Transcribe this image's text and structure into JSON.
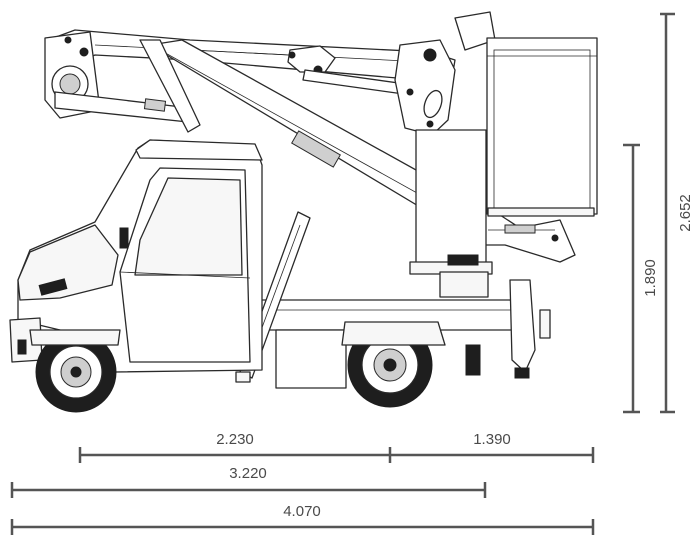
{
  "dimensions": {
    "wheelbase": "2.230",
    "rear_overhang": "1.390",
    "length_front_to_rear_axle": "3.220",
    "total_length": "4.070",
    "height_cab": "1.890",
    "total_height": "2.652"
  }
}
